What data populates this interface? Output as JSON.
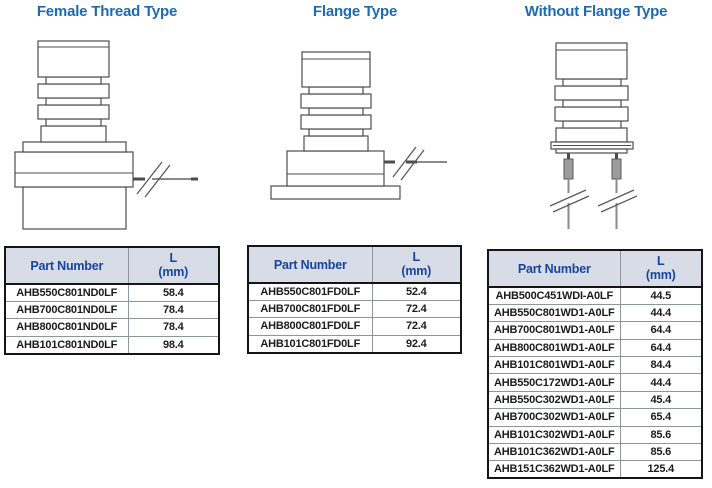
{
  "colors": {
    "title_blue": "#1c6bb2",
    "table_header_text": "#17449e",
    "table_header_bg": "#d7dce6",
    "table_outer_border": "#151515",
    "table_inner_border": "#8f959e"
  },
  "sections": [
    {
      "title": "Female Thread Type",
      "diagram": "female-thread-type-drawing",
      "table": {
        "col1_header": "Part Number",
        "col2_header_line1": "L",
        "col2_header_line2": "(mm)",
        "rows": [
          {
            "part": "AHB550C801ND0LF",
            "l": "58.4"
          },
          {
            "part": "AHB700C801ND0LF",
            "l": "78.4"
          },
          {
            "part": "AHB800C801ND0LF",
            "l": "78.4"
          },
          {
            "part": "AHB101C801ND0LF",
            "l": "98.4"
          }
        ]
      }
    },
    {
      "title": "Flange Type",
      "diagram": "flange-type-drawing",
      "table": {
        "col1_header": "Part Number",
        "col2_header_line1": "L",
        "col2_header_line2": "(mm)",
        "rows": [
          {
            "part": "AHB550C801FD0LF",
            "l": "52.4"
          },
          {
            "part": "AHB700C801FD0LF",
            "l": "72.4"
          },
          {
            "part": "AHB800C801FD0LF",
            "l": "72.4"
          },
          {
            "part": "AHB101C801FD0LF",
            "l": "92.4"
          }
        ]
      }
    },
    {
      "title": "Without Flange Type",
      "diagram": "without-flange-type-drawing",
      "table": {
        "col1_header": "Part Number",
        "col2_header_line1": "L",
        "col2_header_line2": "(mm)",
        "rows": [
          {
            "part": "AHB500C451WDI-A0LF",
            "l": "44.5"
          },
          {
            "part": "AHB550C801WD1-A0LF",
            "l": "44.4"
          },
          {
            "part": "AHB700C801WD1-A0LF",
            "l": "64.4"
          },
          {
            "part": "AHB800C801WD1-A0LF",
            "l": "64.4"
          },
          {
            "part": "AHB101C801WD1-A0LF",
            "l": "84.4"
          },
          {
            "part": "AHB550C172WD1-A0LF",
            "l": "44.4"
          },
          {
            "part": "AHB550C302WD1-A0LF",
            "l": "45.4"
          },
          {
            "part": "AHB700C302WD1-A0LF",
            "l": "65.4"
          },
          {
            "part": "AHB101C302WD1-A0LF",
            "l": "85.6"
          },
          {
            "part": "AHB101C362WD1-A0LF",
            "l": "85.6"
          },
          {
            "part": "AHB151C362WD1-A0LF",
            "l": "125.4"
          }
        ]
      }
    }
  ]
}
